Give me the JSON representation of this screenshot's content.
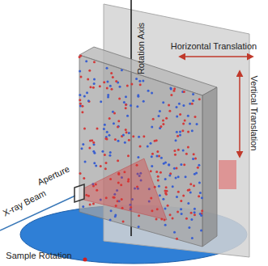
{
  "diagram": {
    "labels": [
      "Rotation Axis",
      "Horizontal Translation",
      "Vertical Translation",
      "Aperture",
      "X-ray Beam",
      "Sample Rotation"
    ]
  }
}
